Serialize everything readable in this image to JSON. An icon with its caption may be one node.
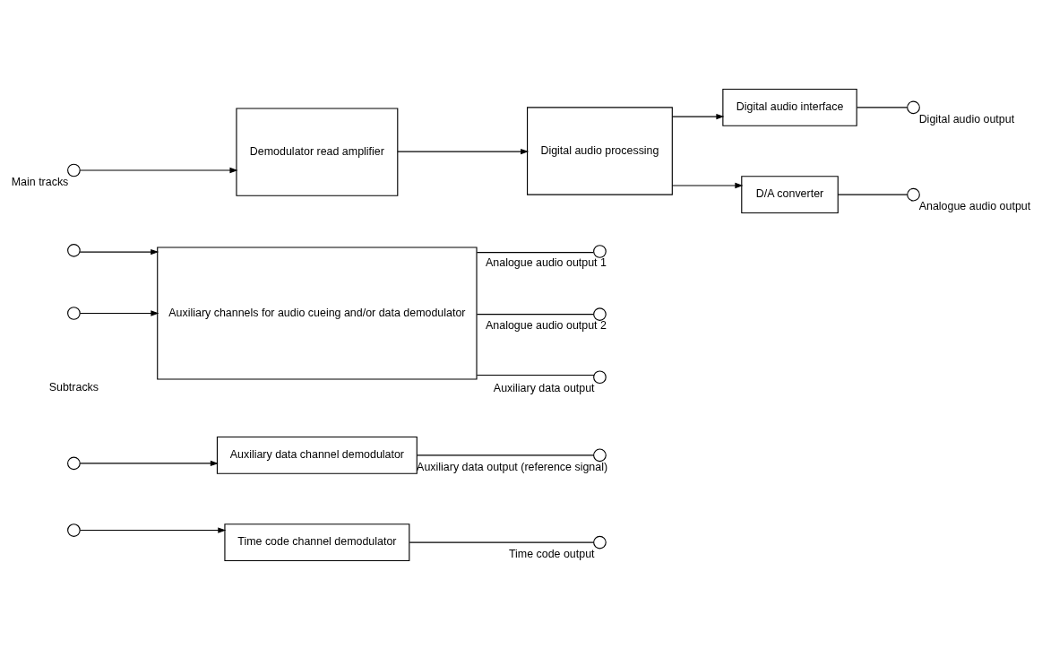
{
  "diagram": {
    "nodes": [
      {
        "text": [],
        "shape": "circle",
        "beside": [
          "Main tracks"
        ]
      },
      {
        "text": [
          "Demodulator read amplifier"
        ]
      },
      {
        "text": [
          "Digital audio processing"
        ]
      },
      {
        "text": [
          "Digital audio interface"
        ]
      },
      {
        "text": [],
        "shape": "circle",
        "beside": [
          "Digital audio output"
        ]
      },
      {
        "text": [
          "D/A converter"
        ]
      },
      {
        "text": [],
        "shape": "circle",
        "beside": [
          "Analogue audio output"
        ]
      },
      {
        "text": [
          "Auxiliary channels for audio cueing and/or data demodulator"
        ]
      },
      {
        "text": [],
        "shape": "circle",
        "beside": [
          "Analogue audio output 1"
        ]
      },
      {
        "text": [],
        "shape": "circle",
        "beside": [
          "Analogue audio output 2"
        ]
      },
      {
        "text": [],
        "shape": "circle",
        "beside": [
          "Auxiliary data output"
        ]
      },
      {
        "text": [],
        "shape": "circle"
      },
      {
        "text": [],
        "shape": "circle"
      },
      {
        "text": [
          "Auxiliary data channel demodulator"
        ]
      },
      {
        "text": [],
        "shape": "circle",
        "beside": [
          "Auxiliary data output (reference signal)"
        ]
      },
      {
        "text": [],
        "shape": "circle"
      },
      {
        "text": [],
        "shape": "circle"
      },
      {
        "text": [
          "Time code channel demodulator"
        ]
      },
      {
        "text": [],
        "shape": "circle",
        "beside": [
          "Time code output"
        ]
      }
    ],
    "edges": [
      {
        "from": 0,
        "to": 1,
        "arrow": "to"
      },
      {
        "from": 1,
        "to": 2,
        "arrow": "to"
      },
      {
        "from": 2,
        "to": 3,
        "arrow": "to"
      },
      {
        "from": 3,
        "to": 4,
        "arrow": "none"
      },
      {
        "from": 2,
        "to": 5,
        "arrow": "to"
      },
      {
        "from": 5,
        "to": 6,
        "arrow": "none"
      },
      {
        "from": 7,
        "to": 8,
        "arrow": "none"
      },
      {
        "from": 7,
        "to": 9,
        "arrow": "none"
      },
      {
        "from": 7,
        "to": 10,
        "arrow": "none"
      },
      {
        "from": 11,
        "to": 7,
        "arrow": "to"
      },
      {
        "from": 12,
        "to": 7,
        "arrow": "to"
      },
      {
        "from": 15,
        "to": 13,
        "arrow": "to"
      },
      {
        "from": 13,
        "to": 14,
        "arrow": "none"
      },
      {
        "from": 16,
        "to": 17,
        "arrow": "to"
      },
      {
        "from": 17,
        "to": 18,
        "arrow": "none"
      }
    ],
    "labels": [
      "Subtracks"
    ]
  }
}
